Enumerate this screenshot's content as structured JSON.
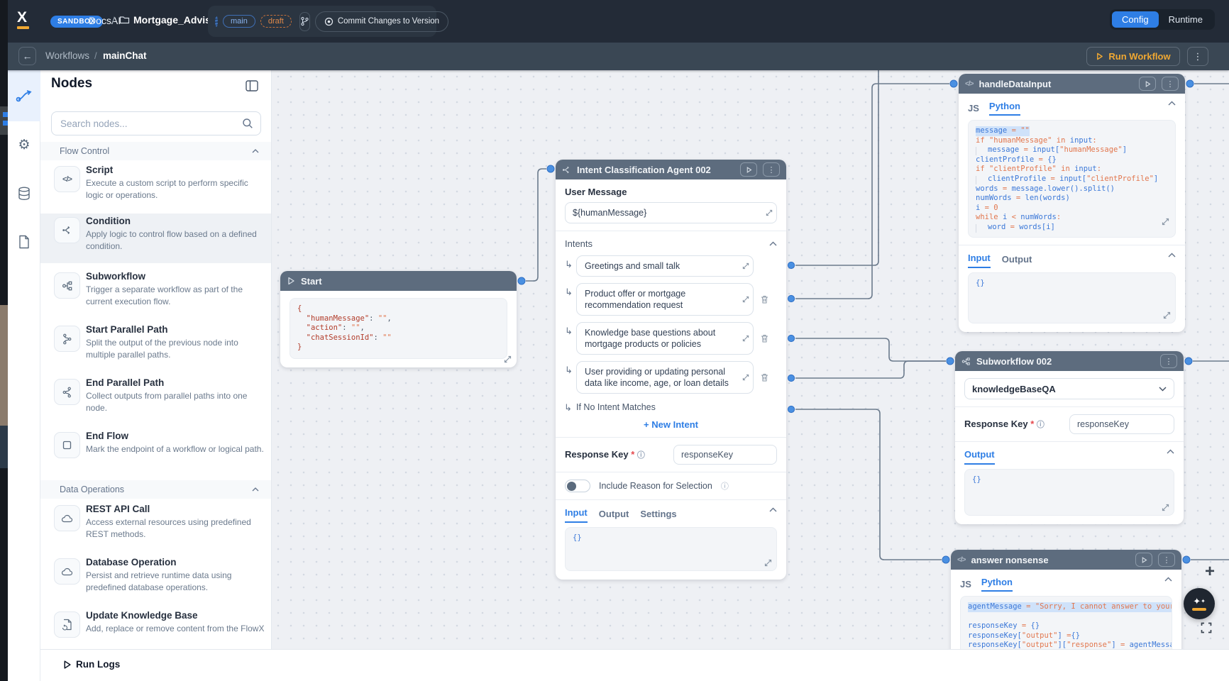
{
  "topbar": {
    "logo": "X",
    "sandbox_badge": "SANDBOX",
    "app_name": "DocsAI",
    "separator": "/",
    "project_name": "Mortgage_Advisor",
    "branch_main": "main",
    "branch_draft": "draft",
    "commit_button": "Commit Changes to Version",
    "tab_config": "Config",
    "tab_runtime": "Runtime"
  },
  "breadcrumb": {
    "section": "Workflows",
    "separator": "/",
    "current": "mainChat",
    "run_workflow": "Run Workflow"
  },
  "sidebar": {
    "title": "Nodes",
    "search_placeholder": "Search nodes...",
    "section_flow": "Flow Control",
    "section_data": "Data Operations",
    "flow_items": [
      {
        "title": "Script",
        "desc": "Execute a custom script to perform specific logic or operations."
      },
      {
        "title": "Condition",
        "desc": "Apply logic to control flow based on a defined condition."
      },
      {
        "title": "Subworkflow",
        "desc": "Trigger a separate workflow as part of the current execution flow."
      },
      {
        "title": "Start Parallel Path",
        "desc": "Split the output of the previous node into multiple parallel paths."
      },
      {
        "title": "End Parallel Path",
        "desc": "Collect outputs from parallel paths into one node."
      },
      {
        "title": "End Flow",
        "desc": "Mark the endpoint of a workflow or logical path."
      }
    ],
    "data_items": [
      {
        "title": "REST API Call",
        "desc": "Access external resources using predefined REST methods."
      },
      {
        "title": "Database Operation",
        "desc": "Persist and retrieve runtime data using predefined database operations."
      },
      {
        "title": "Update Knowledge Base",
        "desc": "Add, replace or remove content from the FlowX"
      }
    ]
  },
  "runlogs": {
    "label": "Run Logs"
  },
  "nodes": {
    "start": {
      "title": "Start"
    },
    "intent": {
      "title": "Intent Classification Agent 002",
      "user_message_label": "User Message",
      "user_message_value": "${humanMessage}",
      "intents_label": "Intents",
      "intents": [
        {
          "text": "Greetings and small talk"
        },
        {
          "text": "Product offer or mortgage recommendation request"
        },
        {
          "text": "Knowledge base questions about mortgage products or policies"
        },
        {
          "text": "User providing or updating personal data like income, age, or loan details"
        }
      ],
      "no_match": "If No Intent Matches",
      "new_intent": "+ New Intent",
      "response_key_label": "Response Key",
      "response_key_value": "responseKey",
      "include_reason_label": "Include Reason for Selection",
      "tabs": [
        "Input",
        "Output",
        "Settings"
      ]
    },
    "handle": {
      "title": "handleDataInput",
      "tab_js": "JS",
      "tab_py": "Python",
      "tab_input": "Input",
      "tab_output": "Output"
    },
    "subworkflow": {
      "title": "Subworkflow 002",
      "dropdown_value": "knowledgeBaseQA",
      "response_key_label": "Response Key",
      "response_key_value": "responseKey",
      "tab_output": "Output"
    },
    "answer": {
      "title": "answer nonsense",
      "tab_js": "JS",
      "tab_py": "Python"
    }
  },
  "code_blocks": {
    "start_json": [
      [
        [
          "{",
          "r"
        ]
      ],
      [
        [
          "  ",
          "d"
        ],
        [
          "\"humanMessage\"",
          "r"
        ],
        [
          ":",
          "d"
        ],
        [
          " \"\"",
          "o"
        ],
        [
          ",",
          "d"
        ]
      ],
      [
        [
          "  ",
          "d"
        ],
        [
          "\"action\"",
          "r"
        ],
        [
          ":",
          "d"
        ],
        [
          " \"\"",
          "o"
        ],
        [
          ",",
          "d"
        ]
      ],
      [
        [
          "  ",
          "d"
        ],
        [
          "\"chatSessionId\"",
          "r"
        ],
        [
          ":",
          "d"
        ],
        [
          " \"\"",
          "o"
        ]
      ],
      [
        [
          "}",
          "r"
        ]
      ]
    ],
    "handle_py": [
      {
        "sel": 1,
        "t": [
          [
            "message",
            "b"
          ],
          [
            " = ",
            "o"
          ],
          [
            "\"\"",
            "o"
          ]
        ]
      },
      [
        [
          "if ",
          "o"
        ],
        [
          "\"humanMessage\"",
          "o"
        ],
        [
          " in ",
          "o"
        ],
        [
          "input",
          "b"
        ],
        [
          ":",
          "o"
        ]
      ],
      [
        [
          "    ",
          "g"
        ],
        [
          "message",
          "b"
        ],
        [
          " = ",
          "o"
        ],
        [
          "input",
          "b"
        ],
        [
          "[",
          "b"
        ],
        [
          "\"humanMessage\"",
          "o"
        ],
        [
          "]",
          "b"
        ]
      ],
      [
        [
          "clientProfile",
          "b"
        ],
        [
          " = ",
          "o"
        ],
        [
          "{}",
          "b"
        ]
      ],
      [
        [
          "if ",
          "o"
        ],
        [
          "\"clientProfile\"",
          "o"
        ],
        [
          " in ",
          "o"
        ],
        [
          "input",
          "b"
        ],
        [
          ":",
          "o"
        ]
      ],
      [
        [
          "    ",
          "g"
        ],
        [
          "clientProfile",
          "b"
        ],
        [
          " = ",
          "o"
        ],
        [
          "input",
          "b"
        ],
        [
          "[",
          "b"
        ],
        [
          "\"clientProfile\"",
          "o"
        ],
        [
          "]",
          "b"
        ]
      ],
      [
        [
          "words",
          "b"
        ],
        [
          " = ",
          "o"
        ],
        [
          "message.lower().split()",
          "b"
        ]
      ],
      [
        [
          "numWords",
          "b"
        ],
        [
          " = ",
          "o"
        ],
        [
          "len(words)",
          "b"
        ]
      ],
      [
        [
          "i",
          "b"
        ],
        [
          " = ",
          "o"
        ],
        [
          "0",
          "o"
        ]
      ],
      [
        [
          "while ",
          "o"
        ],
        [
          "i",
          "b"
        ],
        [
          " < ",
          "o"
        ],
        [
          "numWords",
          "b"
        ],
        [
          ":",
          "o"
        ]
      ],
      [
        [
          "    ",
          "g"
        ],
        [
          "word",
          "b"
        ],
        [
          " = ",
          "o"
        ],
        [
          "words[i]",
          "b"
        ]
      ]
    ],
    "answer_py": [
      {
        "sel": 1,
        "t": [
          [
            "agentMessage",
            "b"
          ],
          [
            " = ",
            "o"
          ],
          [
            "\"Sorry, I cannot answer to your que",
            "o"
          ]
        ]
      },
      [],
      [
        [
          "responseKey",
          "b"
        ],
        [
          " = ",
          "o"
        ],
        [
          "{}",
          "b"
        ]
      ],
      [
        [
          "responseKey[",
          "b"
        ],
        [
          "\"output\"",
          "o"
        ],
        [
          "]",
          "b"
        ],
        [
          " =",
          "o"
        ],
        [
          "{}",
          "b"
        ]
      ],
      [
        [
          "responseKey[",
          "b"
        ],
        [
          "\"output\"",
          "o"
        ],
        [
          "][",
          "b"
        ],
        [
          "\"response\"",
          "o"
        ],
        [
          "]",
          "b"
        ],
        [
          " = ",
          "o"
        ],
        [
          "agentMessage",
          "b"
        ]
      ]
    ],
    "empty_obj": [
      [
        [
          "{}",
          "b"
        ]
      ]
    ]
  },
  "colors": {
    "accent_blue": "#2e7ee5",
    "accent_orange": "#f0a832",
    "node_header": "#5d6c7e",
    "topbar": "#232b37",
    "edge": "#6b7a8c",
    "dot": "#4a90e2"
  }
}
